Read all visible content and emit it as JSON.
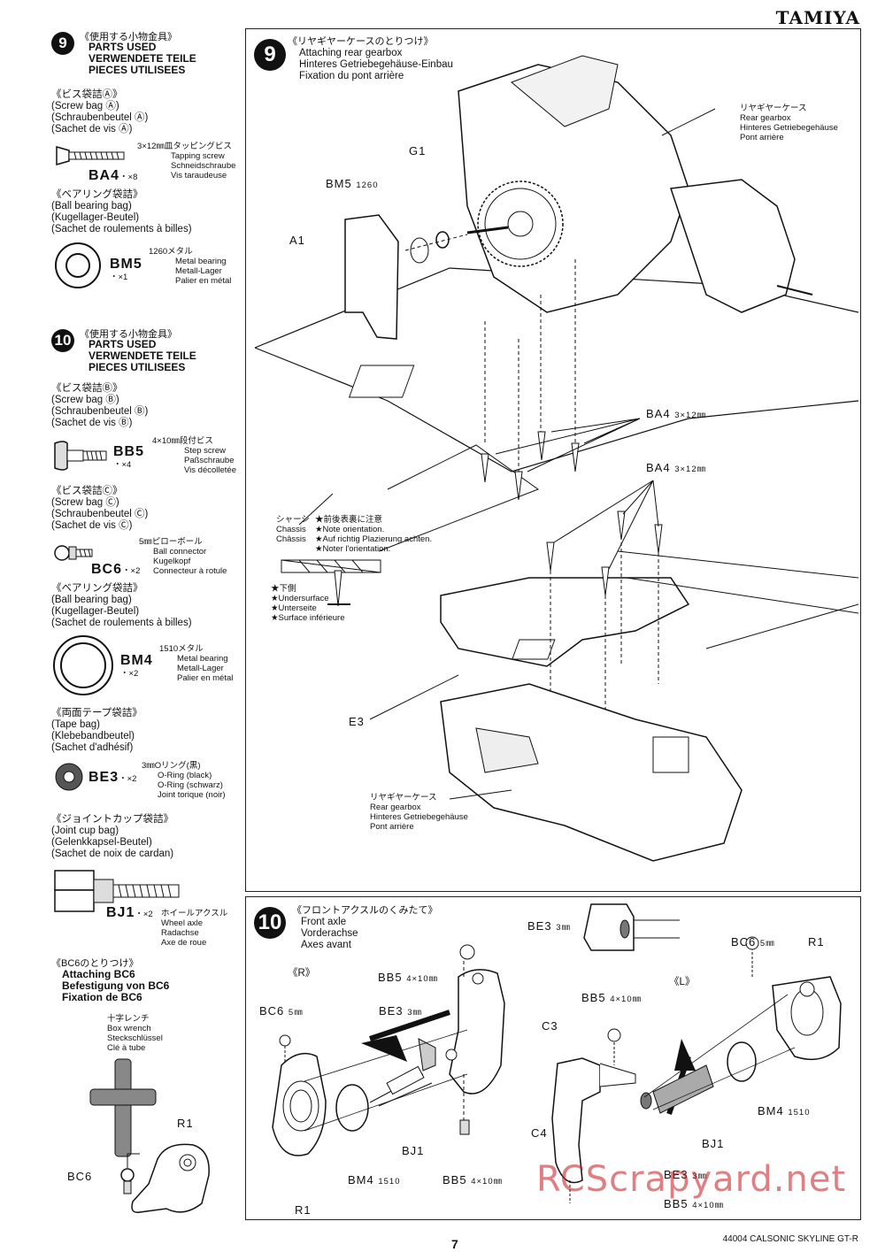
{
  "brand": "TAMIYA",
  "page_number": "7",
  "footer": "44004 CALSONIC SKYLINE GT-R",
  "watermark": "RCScrapyard.net",
  "left": {
    "s9": {
      "num": "9",
      "jp": "《使用する小物金具》",
      "title": [
        "PARTS USED",
        "VERWENDETE TEILE",
        "PIECES UTILISEES"
      ],
      "bagA": {
        "jp": "《ビス袋詰Ⓐ》",
        "lines": [
          "(Screw bag Ⓐ)",
          "(Schraubenbeutel Ⓐ)",
          "(Sachet de vis Ⓐ)"
        ]
      },
      "ba4": {
        "code": "BA4",
        "qty": "・×8",
        "jp": "3×12㎜皿タッピングビス",
        "desc": [
          "Tapping screw",
          "Schneidschraube",
          "Vis taraudeuse"
        ]
      },
      "bearingBag": {
        "jp": "《ベアリング袋詰》",
        "lines": [
          "(Ball bearing bag)",
          "(Kugellager-Beutel)",
          "(Sachet de roulements à billes)"
        ]
      },
      "bm5": {
        "code": "BM5",
        "qty": "・×1",
        "jp": "1260メタル",
        "desc": [
          "Metal bearing",
          "Metall-Lager",
          "Palier en métal"
        ]
      }
    },
    "s10": {
      "num": "10",
      "jp": "《使用する小物金具》",
      "title": [
        "PARTS USED",
        "VERWENDETE TEILE",
        "PIECES UTILISEES"
      ],
      "bagB": {
        "jp": "《ビス袋詰Ⓑ》",
        "lines": [
          "(Screw bag Ⓑ)",
          "(Schraubenbeutel Ⓑ)",
          "(Sachet de vis Ⓑ)"
        ]
      },
      "bb5": {
        "code": "BB5",
        "qty": "・×4",
        "jp": "4×10㎜段付ビス",
        "desc": [
          "Step screw",
          "Paßschraube",
          "Vis décolletée"
        ]
      },
      "bagC": {
        "jp": "《ビス袋詰Ⓒ》",
        "lines": [
          "(Screw bag Ⓒ)",
          "(Schraubenbeutel Ⓒ)",
          "(Sachet de vis Ⓒ)"
        ]
      },
      "bc6": {
        "code": "BC6",
        "qty": "・×2",
        "jp": "5㎜ピローボール",
        "desc": [
          "Ball connector",
          "Kugelkopf",
          "Connecteur à rotule"
        ]
      },
      "bearingBag": {
        "jp": "《ベアリング袋詰》",
        "lines": [
          "(Ball bearing bag)",
          "(Kugellager-Beutel)",
          "(Sachet de roulements à billes)"
        ]
      },
      "bm4": {
        "code": "BM4",
        "qty": "・×2",
        "jp": "1510メタル",
        "desc": [
          "Metal bearing",
          "Metall-Lager",
          "Palier en métal"
        ]
      },
      "tapeBag": {
        "jp": "《両面テープ袋詰》",
        "lines": [
          "(Tape bag)",
          "(Klebebandbeutel)",
          "(Sachet d'adhésif)"
        ]
      },
      "be3": {
        "code": "BE3",
        "qty": "・×2",
        "jp": "3㎜Oリング(黒)",
        "desc": [
          "O-Ring (black)",
          "O-Ring (schwarz)",
          "Joint torique (noir)"
        ]
      },
      "jointBag": {
        "jp": "《ジョイントカップ袋詰》",
        "lines": [
          "(Joint cup bag)",
          "(Gelenkkapsel-Beutel)",
          "(Sachet de noix de cardan)"
        ]
      },
      "bj1": {
        "code": "BJ1",
        "qty": "・×2",
        "jp": "ホイールアクスル",
        "desc": [
          "Wheel axle",
          "Radachse",
          "Axe de roue"
        ]
      },
      "bc6Attach": {
        "jp": "《BC6のとりつけ》",
        "title": [
          "Attaching BC6",
          "Befestigung von BC6",
          "Fixation de BC6"
        ]
      },
      "wrench": {
        "jp": "十字レンチ",
        "desc": [
          "Box wrench",
          "Steckschlüssel",
          "Clé à tube"
        ]
      },
      "r1": "R1",
      "bc6label": "BC6"
    }
  },
  "step9": {
    "num": "9",
    "jp": "《リヤギヤーケースのとりつけ》",
    "title": [
      "Attaching rear gearbox",
      "Hinteres Getriebegehäuse-Einbau",
      "Fixation du pont arrière"
    ],
    "gearbox": {
      "jp": "リヤギヤーケース",
      "desc": [
        "Rear gearbox",
        "Hinteres Getriebegehäuse",
        "Pont arrière"
      ]
    },
    "g1": "G1",
    "bm5": "BM5",
    "bm5n": "1260",
    "a1": "A1",
    "ba4a": "BA4",
    "ba4a_size": "3×12㎜",
    "ba4b": "BA4",
    "ba4b_size": "3×12㎜",
    "chassis": {
      "jp": "シャーシ",
      "desc": [
        "Chassis",
        "Châssis"
      ]
    },
    "note": {
      "jp": "★前後表裏に注意",
      "lines": [
        "★Note orientation.",
        "★Auf richtig Plazierung achten.",
        "★Noter l'orientation."
      ]
    },
    "under": {
      "jp": "★下側",
      "lines": [
        "★Undersurface",
        "★Unterseite",
        "★Surface inférieure"
      ]
    },
    "e3": "E3",
    "gearbox2": {
      "jp": "リヤギヤーケース",
      "desc": [
        "Rear gearbox",
        "Hinteres Getriebegehäuse",
        "Pont arrière"
      ]
    }
  },
  "step10": {
    "num": "10",
    "jp": "《フロントアクスルのくみたて》",
    "title": [
      "Front axle",
      "Vorderachse",
      "Axes avant"
    ],
    "be3top": "BE3",
    "be3top_size": "3㎜",
    "r_side": "《R》",
    "l_side": "《L》",
    "bb5_r": "BB5",
    "bb5_r_size": "4×10㎜",
    "bc6_r": "BC6",
    "bc6_r_size": "5㎜",
    "be3_r": "BE3",
    "be3_r_size": "3㎜",
    "c3": "C3",
    "bj1_r": "BJ1",
    "bm4_r": "BM4",
    "bm4_r_n": "1510",
    "r1_r": "R1",
    "bb5_r2": "BB5",
    "bb5_r2_size": "4×10㎜",
    "bb5_l": "BB5",
    "bb5_l_size": "4×10㎜",
    "bc6_l": "BC6",
    "bc6_l_size": "5㎜",
    "r1_l": "R1",
    "bm4_l": "BM4",
    "bm4_l_n": "1510",
    "c4": "C4",
    "bj1_l": "BJ1",
    "be3_l": "BE3",
    "be3_l_size": "3㎜",
    "bb5_l2": "BB5",
    "bb5_l2_size": "4×10㎜"
  }
}
